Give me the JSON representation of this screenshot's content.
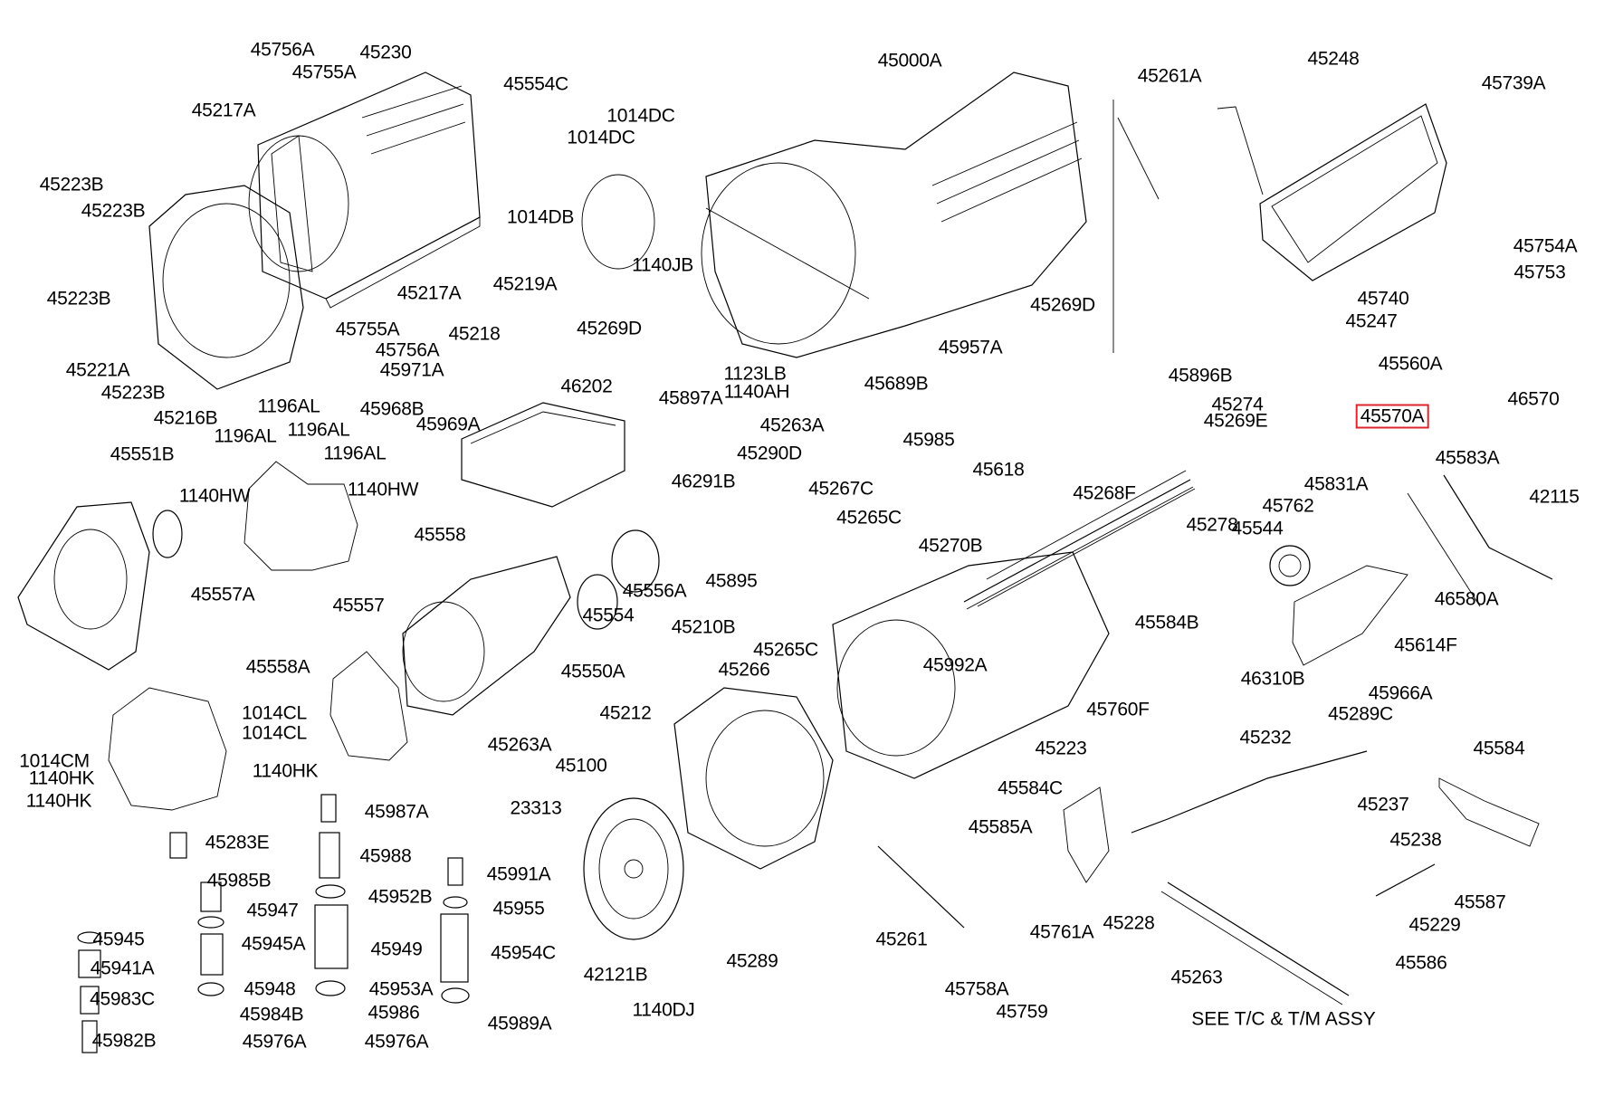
{
  "diagram": {
    "title": "Automatic Transmission Parts Diagram",
    "highlight_color": "#e0242b",
    "highlighted_part": "45570A",
    "note": "SEE T/C & T/M ASSY",
    "labels": [
      {
        "id": "45756A_1",
        "text": "45756A"
      },
      {
        "id": "45755A_1",
        "text": "45755A"
      },
      {
        "id": "45230",
        "text": "45230"
      },
      {
        "id": "45554C",
        "text": "45554C"
      },
      {
        "id": "45217A_1",
        "text": "45217A"
      },
      {
        "id": "1014DC_1",
        "text": "1014DC"
      },
      {
        "id": "1014DC_2",
        "text": "1014DC"
      },
      {
        "id": "45000A",
        "text": "45000A"
      },
      {
        "id": "45261A",
        "text": "45261A"
      },
      {
        "id": "45248",
        "text": "45248"
      },
      {
        "id": "45739A",
        "text": "45739A"
      },
      {
        "id": "45223B_1",
        "text": "45223B"
      },
      {
        "id": "45223B_2",
        "text": "45223B"
      },
      {
        "id": "1014DB",
        "text": "1014DB"
      },
      {
        "id": "1140JB",
        "text": "1140JB"
      },
      {
        "id": "45219A",
        "text": "45219A"
      },
      {
        "id": "45754A",
        "text": "45754A"
      },
      {
        "id": "45753",
        "text": "45753"
      },
      {
        "id": "45740",
        "text": "45740"
      },
      {
        "id": "45223B_3",
        "text": "45223B"
      },
      {
        "id": "45217A_2",
        "text": "45217A"
      },
      {
        "id": "45269D_1",
        "text": "45269D"
      },
      {
        "id": "45269D_2",
        "text": "45269D"
      },
      {
        "id": "45247",
        "text": "45247"
      },
      {
        "id": "45755A_2",
        "text": "45755A"
      },
      {
        "id": "45218",
        "text": "45218"
      },
      {
        "id": "45221A",
        "text": "45221A"
      },
      {
        "id": "45756A_2",
        "text": "45756A"
      },
      {
        "id": "45957A",
        "text": "45957A"
      },
      {
        "id": "45971A",
        "text": "45971A"
      },
      {
        "id": "1123LB",
        "text": "1123LB"
      },
      {
        "id": "1140AH",
        "text": "1140AH"
      },
      {
        "id": "45896B",
        "text": "45896B"
      },
      {
        "id": "45560A",
        "text": "45560A"
      },
      {
        "id": "45223B_4",
        "text": "45223B"
      },
      {
        "id": "45216B",
        "text": "45216B"
      },
      {
        "id": "45968B",
        "text": "45968B"
      },
      {
        "id": "46202",
        "text": "46202"
      },
      {
        "id": "45897A",
        "text": "45897A"
      },
      {
        "id": "45689B",
        "text": "45689B"
      },
      {
        "id": "45274",
        "text": "45274"
      },
      {
        "id": "45269E",
        "text": "45269E"
      },
      {
        "id": "46570",
        "text": "46570"
      },
      {
        "id": "1196AL_1",
        "text": "1196AL"
      },
      {
        "id": "45969A",
        "text": "45969A"
      },
      {
        "id": "45570A",
        "text": "45570A"
      },
      {
        "id": "45263A_1",
        "text": "45263A"
      },
      {
        "id": "1196AL_2",
        "text": "1196AL"
      },
      {
        "id": "1196AL_3",
        "text": "1196AL"
      },
      {
        "id": "1196AL_4",
        "text": "1196AL"
      },
      {
        "id": "45551B",
        "text": "45551B"
      },
      {
        "id": "45583A",
        "text": "45583A"
      },
      {
        "id": "45985",
        "text": "45985"
      },
      {
        "id": "45290D",
        "text": "45290D"
      },
      {
        "id": "45618",
        "text": "45618"
      },
      {
        "id": "46291B",
        "text": "46291B"
      },
      {
        "id": "45831A",
        "text": "45831A"
      },
      {
        "id": "45762",
        "text": "45762"
      },
      {
        "id": "1140HW_1",
        "text": "1140HW"
      },
      {
        "id": "1140HW_2",
        "text": "1140HW"
      },
      {
        "id": "45267C",
        "text": "45267C"
      },
      {
        "id": "45268F",
        "text": "45268F"
      },
      {
        "id": "42115",
        "text": "42115"
      },
      {
        "id": "45265C_1",
        "text": "45265C"
      },
      {
        "id": "45278",
        "text": "45278"
      },
      {
        "id": "45544",
        "text": "45544"
      },
      {
        "id": "45558",
        "text": "45558"
      },
      {
        "id": "45270B",
        "text": "45270B"
      },
      {
        "id": "45895",
        "text": "45895"
      },
      {
        "id": "45557A",
        "text": "45557A"
      },
      {
        "id": "45556A",
        "text": "45556A"
      },
      {
        "id": "45554",
        "text": "45554"
      },
      {
        "id": "46580A",
        "text": "46580A"
      },
      {
        "id": "45557",
        "text": "45557"
      },
      {
        "id": "45210B",
        "text": "45210B"
      },
      {
        "id": "45584B",
        "text": "45584B"
      },
      {
        "id": "45265C_2",
        "text": "45265C"
      },
      {
        "id": "45614F",
        "text": "45614F"
      },
      {
        "id": "45558A",
        "text": "45558A"
      },
      {
        "id": "45266",
        "text": "45266"
      },
      {
        "id": "45992A",
        "text": "45992A"
      },
      {
        "id": "45550A",
        "text": "45550A"
      },
      {
        "id": "46310B",
        "text": "46310B"
      },
      {
        "id": "45966A",
        "text": "45966A"
      },
      {
        "id": "45760F",
        "text": "45760F"
      },
      {
        "id": "45289C",
        "text": "45289C"
      },
      {
        "id": "1014CL_1",
        "text": "1014CL"
      },
      {
        "id": "1014CL_2",
        "text": "1014CL"
      },
      {
        "id": "45212",
        "text": "45212"
      },
      {
        "id": "45263A_2",
        "text": "45263A"
      },
      {
        "id": "45232",
        "text": "45232"
      },
      {
        "id": "45223",
        "text": "45223"
      },
      {
        "id": "45584",
        "text": "45584"
      },
      {
        "id": "1014CM",
        "text": "1014CM"
      },
      {
        "id": "1140HK_1",
        "text": "1140HK"
      },
      {
        "id": "1140HK_2",
        "text": "1140HK"
      },
      {
        "id": "1140HK_3",
        "text": "1140HK"
      },
      {
        "id": "45100",
        "text": "45100"
      },
      {
        "id": "45584C",
        "text": "45584C"
      },
      {
        "id": "45237",
        "text": "45237"
      },
      {
        "id": "45987A",
        "text": "45987A"
      },
      {
        "id": "23313",
        "text": "23313"
      },
      {
        "id": "45585A",
        "text": "45585A"
      },
      {
        "id": "45238",
        "text": "45238"
      },
      {
        "id": "45283E",
        "text": "45283E"
      },
      {
        "id": "45988",
        "text": "45988"
      },
      {
        "id": "45985B",
        "text": "45985B"
      },
      {
        "id": "45991A",
        "text": "45991A"
      },
      {
        "id": "45952B",
        "text": "45952B"
      },
      {
        "id": "45947",
        "text": "45947"
      },
      {
        "id": "45955",
        "text": "45955"
      },
      {
        "id": "45587",
        "text": "45587"
      },
      {
        "id": "45945",
        "text": "45945"
      },
      {
        "id": "45945A",
        "text": "45945A"
      },
      {
        "id": "45949",
        "text": "45949"
      },
      {
        "id": "45954C",
        "text": "45954C"
      },
      {
        "id": "45261",
        "text": "45261"
      },
      {
        "id": "45228",
        "text": "45228"
      },
      {
        "id": "45229",
        "text": "45229"
      },
      {
        "id": "45761A",
        "text": "45761A"
      },
      {
        "id": "45941A",
        "text": "45941A"
      },
      {
        "id": "42121B",
        "text": "42121B"
      },
      {
        "id": "45289",
        "text": "45289"
      },
      {
        "id": "45586",
        "text": "45586"
      },
      {
        "id": "45983C",
        "text": "45983C"
      },
      {
        "id": "45948",
        "text": "45948"
      },
      {
        "id": "45953A",
        "text": "45953A"
      },
      {
        "id": "45758A",
        "text": "45758A"
      },
      {
        "id": "45263",
        "text": "45263"
      },
      {
        "id": "45984B",
        "text": "45984B"
      },
      {
        "id": "45986",
        "text": "45986"
      },
      {
        "id": "45989A",
        "text": "45989A"
      },
      {
        "id": "1140DJ",
        "text": "1140DJ"
      },
      {
        "id": "45759",
        "text": "45759"
      },
      {
        "id": "45982B",
        "text": "45982B"
      },
      {
        "id": "45976A_1",
        "text": "45976A"
      },
      {
        "id": "45976A_2",
        "text": "45976A"
      }
    ]
  }
}
